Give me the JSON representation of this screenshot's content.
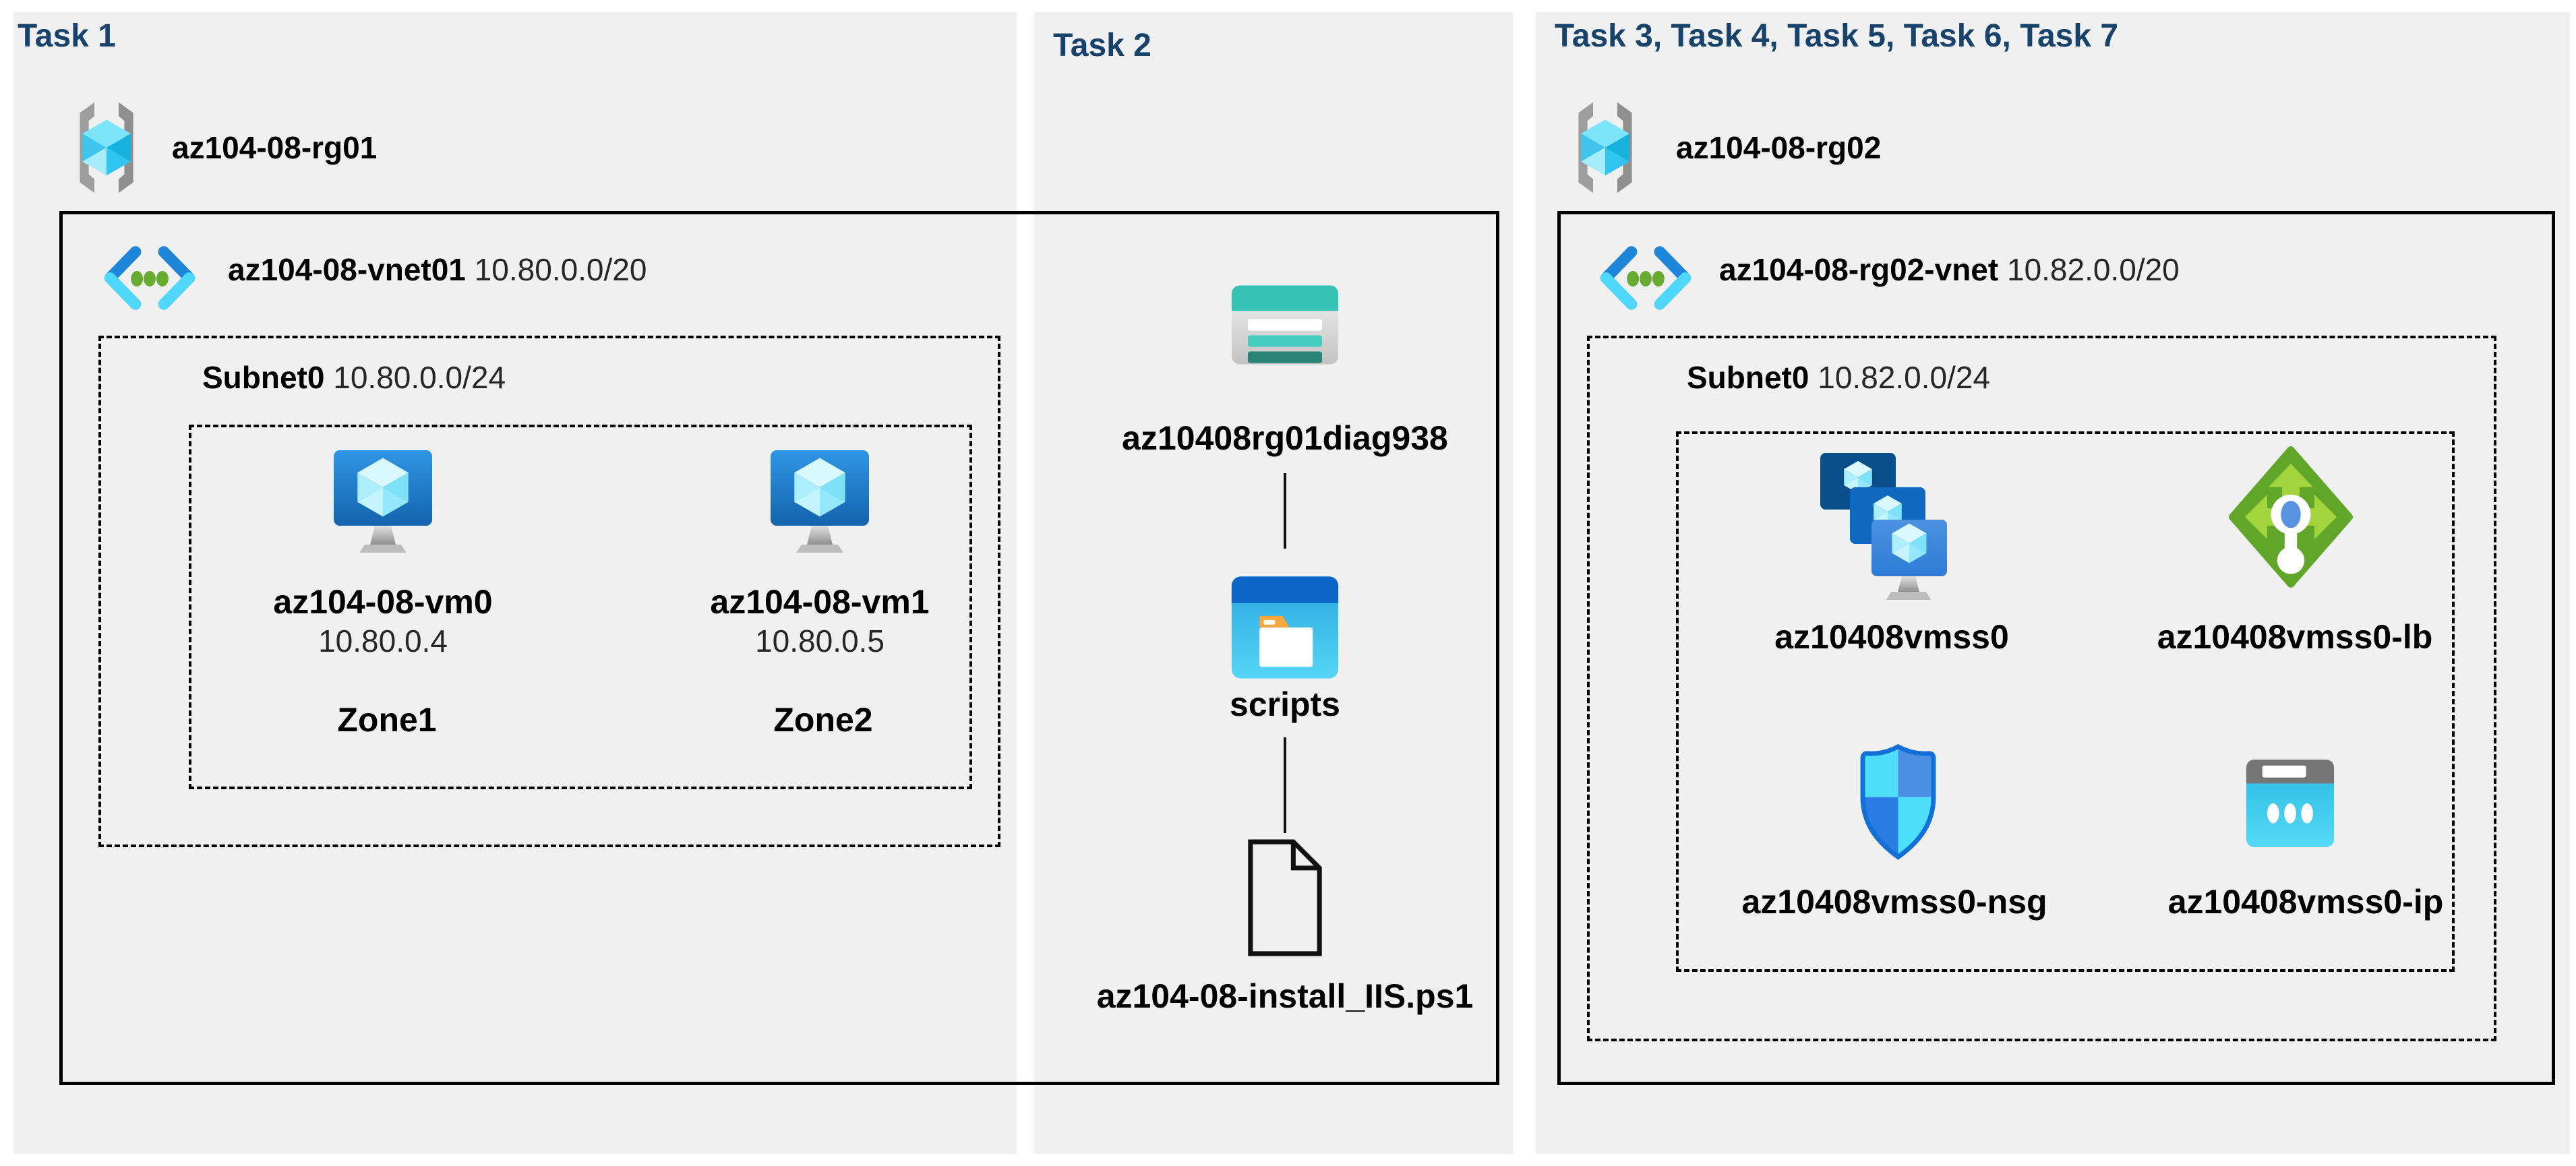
{
  "task1": {
    "title": "Task 1",
    "resource_group": "az104-08-rg01",
    "vnet_name": "az104-08-vnet01",
    "vnet_cidr": "10.80.0.0/20",
    "subnet_name": "Subnet0",
    "subnet_cidr": "10.80.0.0/24",
    "vm0": {
      "name": "az104-08-vm0",
      "ip": "10.80.0.4",
      "zone": "Zone1"
    },
    "vm1": {
      "name": "az104-08-vm1",
      "ip": "10.80.0.5",
      "zone": "Zone2"
    }
  },
  "task2": {
    "title": "Task 2",
    "storage_account": "az10408rg01diag938",
    "container": "scripts",
    "script_file": "az104-08-install_IIS.ps1"
  },
  "task3": {
    "title": "Task 3, Task 4, Task 5, Task 6, Task 7",
    "resource_group": "az104-08-rg02",
    "vnet_name": "az104-08-rg02-vnet",
    "vnet_cidr": "10.82.0.0/20",
    "subnet_name": "Subnet0",
    "subnet_cidr": "10.82.0.0/24",
    "vmss": "az10408vmss0",
    "load_balancer": "az10408vmss0-lb",
    "nsg": "az10408vmss0-nsg",
    "public_ip": "az10408vmss0-ip"
  },
  "icons": {
    "resource-group": "gray-brackets-cyan-cube",
    "virtual-network": "blue-chevrons-green-dots",
    "virtual-machine": "blue-monitor-cyan-cube",
    "storage-account": "teal-table-rows",
    "blob-container": "blue-window-folder",
    "script-file": "document-outline-folded-corner",
    "vm-scale-set": "three-stacked-monitors",
    "load-balancer": "green-diamond-arrows",
    "network-security-group": "blue-quadrant-shield",
    "public-ip": "cyan-card-three-dots"
  },
  "colors": {
    "panel_bg": "#f0f0f1",
    "title_blue": "#17436b",
    "border_black": "#000000",
    "vnet_blue": "#1d86d8",
    "vnet_cyan": "#4ed7fa",
    "dot_green": "#68ab31",
    "lb_green": "#60a629",
    "lb_arrow_green": "#a2d53d",
    "storage_teal": "#36c3b6",
    "folder_orange": "#f5a73b",
    "scripts_titlebar_blue": "#0d65c8",
    "nsg_cyan": "#4ddff9",
    "nsg_blue": "#2a7ce2",
    "ip_gray": "#757575"
  }
}
